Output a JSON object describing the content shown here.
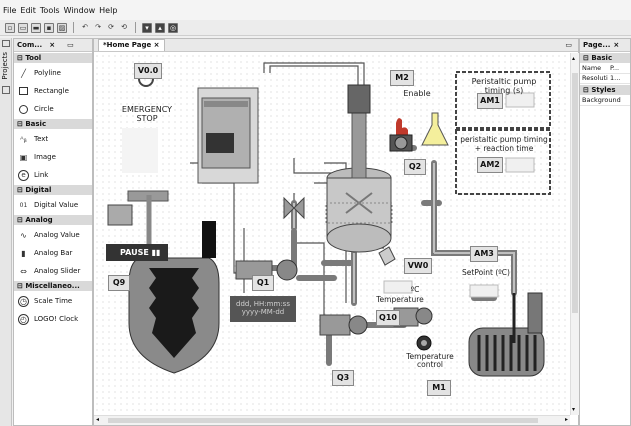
{
  "menu": [
    "File",
    "Edit",
    "Tools",
    "Window",
    "Help"
  ],
  "toolbar": {
    "icons": [
      "new-icon",
      "open-icon",
      "folder-icon",
      "save-icon",
      "save-as-icon",
      "undo-icon",
      "redo-icon",
      "redo-all-icon",
      "undo-all-icon",
      "download-icon",
      "upload-icon",
      "settings-icon"
    ]
  },
  "sidebar": {
    "projects_label": "Projects"
  },
  "palette": {
    "title": "Com...",
    "sections": [
      {
        "label": "Tool",
        "items": [
          {
            "label": "Polyline",
            "icon": "polyline-icon"
          },
          {
            "label": "Rectangle",
            "icon": "rectangle-icon"
          },
          {
            "label": "Circle",
            "icon": "circle-icon"
          }
        ]
      },
      {
        "label": "Basic",
        "items": [
          {
            "label": "Text",
            "icon": "text-icon"
          },
          {
            "label": "Image",
            "icon": "image-icon"
          },
          {
            "label": "Link",
            "icon": "link-icon"
          }
        ]
      },
      {
        "label": "Digital",
        "items": [
          {
            "label": "Digital Value",
            "icon": "digital-value-icon"
          }
        ]
      },
      {
        "label": "Analog",
        "items": [
          {
            "label": "Analog Value",
            "icon": "analog-value-icon"
          },
          {
            "label": "Analog Bar",
            "icon": "analog-bar-icon"
          },
          {
            "label": "Analog Slider",
            "icon": "analog-slider-icon"
          }
        ]
      },
      {
        "label": "Miscellaneo...",
        "items": [
          {
            "label": "Scale Time",
            "icon": "clock-icon"
          },
          {
            "label": "LOGO! Clock",
            "icon": "logo-clock-icon"
          }
        ]
      }
    ]
  },
  "editor": {
    "tab_label": "*Home Page"
  },
  "canvas": {
    "emergency_tag": "V0.0",
    "emergency_text": "EMERGENCY\nSTOP",
    "m2_tag": "M2",
    "enable_text": "Enable",
    "peristaltic_timing": "Peristaltic pump\ntiming (s)",
    "am1": "AM1",
    "peristaltic_reaction": "peristaltic pump timing\n+ reaction time",
    "am2": "AM2",
    "q2": "Q2",
    "pause_label": "PAUSE",
    "q9": "Q9",
    "q1": "Q1",
    "vw0": "VW0",
    "am3": "AM3",
    "setpoint": "SetPoint (ºC)",
    "celsius": "ºC",
    "temperature": "Temperature",
    "q10": "Q10",
    "datetime": "ddd, HH:mm:ss\nyyyy-MM-dd",
    "q3": "Q3",
    "temp_control": "Temperature\ncontrol",
    "m1": "M1"
  },
  "properties": {
    "title": "Page...",
    "basic": "Basic",
    "rows": [
      {
        "name": "Name",
        "value": "P..."
      },
      {
        "name": "Resolution",
        "value": "1..."
      }
    ],
    "styles": "Styles",
    "background": "Background"
  }
}
